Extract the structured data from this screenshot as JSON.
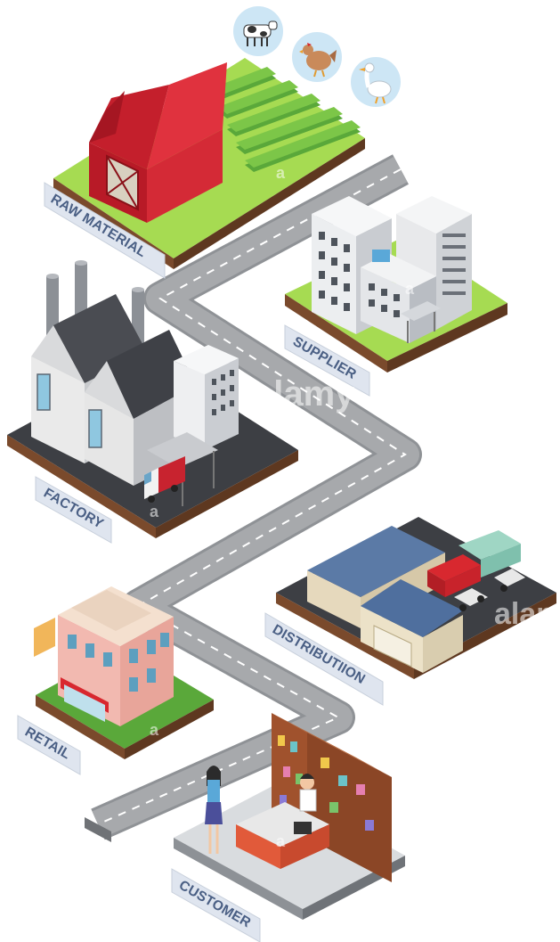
{
  "stages": [
    {
      "id": "raw-material",
      "label": "RAW MATERIAL"
    },
    {
      "id": "supplier",
      "label": "SUPPLIER"
    },
    {
      "id": "factory",
      "label": "FACTORY"
    },
    {
      "id": "distribution",
      "label": "DISTRIBUTIION"
    },
    {
      "id": "retail",
      "label": "RETAIL"
    },
    {
      "id": "customer",
      "label": "CUSTOMER"
    }
  ],
  "animals": [
    {
      "name": "cow-icon"
    },
    {
      "name": "chicken-icon"
    },
    {
      "name": "goose-icon"
    }
  ],
  "watermark": {
    "text": "alamy",
    "mark": "a"
  },
  "colors": {
    "road": "#a7a9ac",
    "road_edge": "#8f9296",
    "grass": "#9bd24a",
    "soil": "#7a4a2c",
    "barn": "#c81e2c",
    "label_bg": "#dfe5ef",
    "label_text": "#4a5f84",
    "icon_circle": "#cde6f5"
  }
}
